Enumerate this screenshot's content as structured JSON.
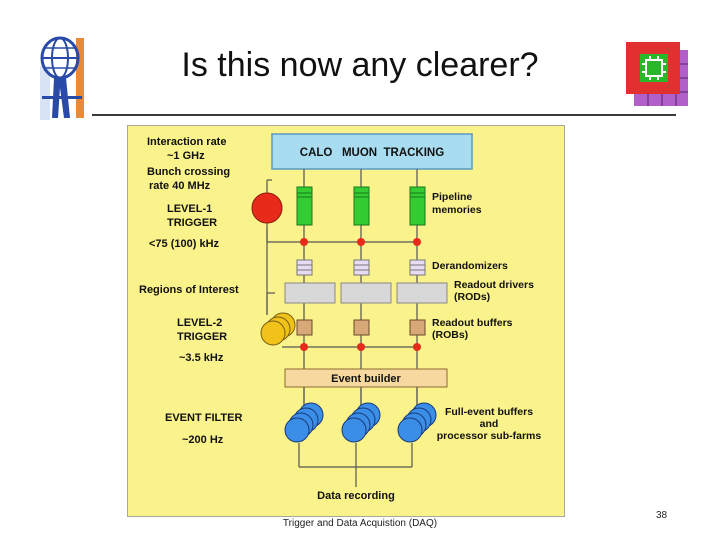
{
  "slide": {
    "title": "Is this now any clearer?",
    "footer": "Trigger and Data Acquistion (DAQ)",
    "page_number": "38"
  },
  "diagram": {
    "detector_box": "CALO   MUON  TRACKING",
    "left_labels": {
      "interaction_rate": "Interaction rate",
      "interaction_value": "~1 GHz",
      "bunch_crossing": "Bunch crossing",
      "bunch_rate": "rate 40 MHz",
      "level1_a": "LEVEL-1",
      "level1_b": "TRIGGER",
      "level1_rate": "<75 (100) kHz",
      "roi": "Regions of Interest",
      "level2_a": "LEVEL-2",
      "level2_b": "TRIGGER",
      "level2_rate": "~3.5 kHz",
      "event_filter": "EVENT FILTER",
      "ef_rate": "~200 Hz"
    },
    "right_labels": {
      "pipeline_a": "Pipeline",
      "pipeline_b": "memories",
      "derandomizers": "Derandomizers",
      "rod_a": "Readout drivers",
      "rod_b": "(RODs)",
      "rob_a": "Readout buffers",
      "rob_b": "(ROBs)",
      "feb_a": "Full-event buffers",
      "feb_b": "and",
      "feb_c": "processor sub-farms"
    },
    "event_builder": "Event builder",
    "data_recording": "Data recording",
    "colors": {
      "background": "#faf28a",
      "detector_box": "#a8dcf0",
      "pipeline": "#33cc33",
      "level1_trigger": "#e82a1a",
      "level2_trigger": "#f0c21a",
      "event_builder_box": "#f7d9a0",
      "filter_farm": "#3a8ee8",
      "dot": "#e82a1a"
    }
  }
}
